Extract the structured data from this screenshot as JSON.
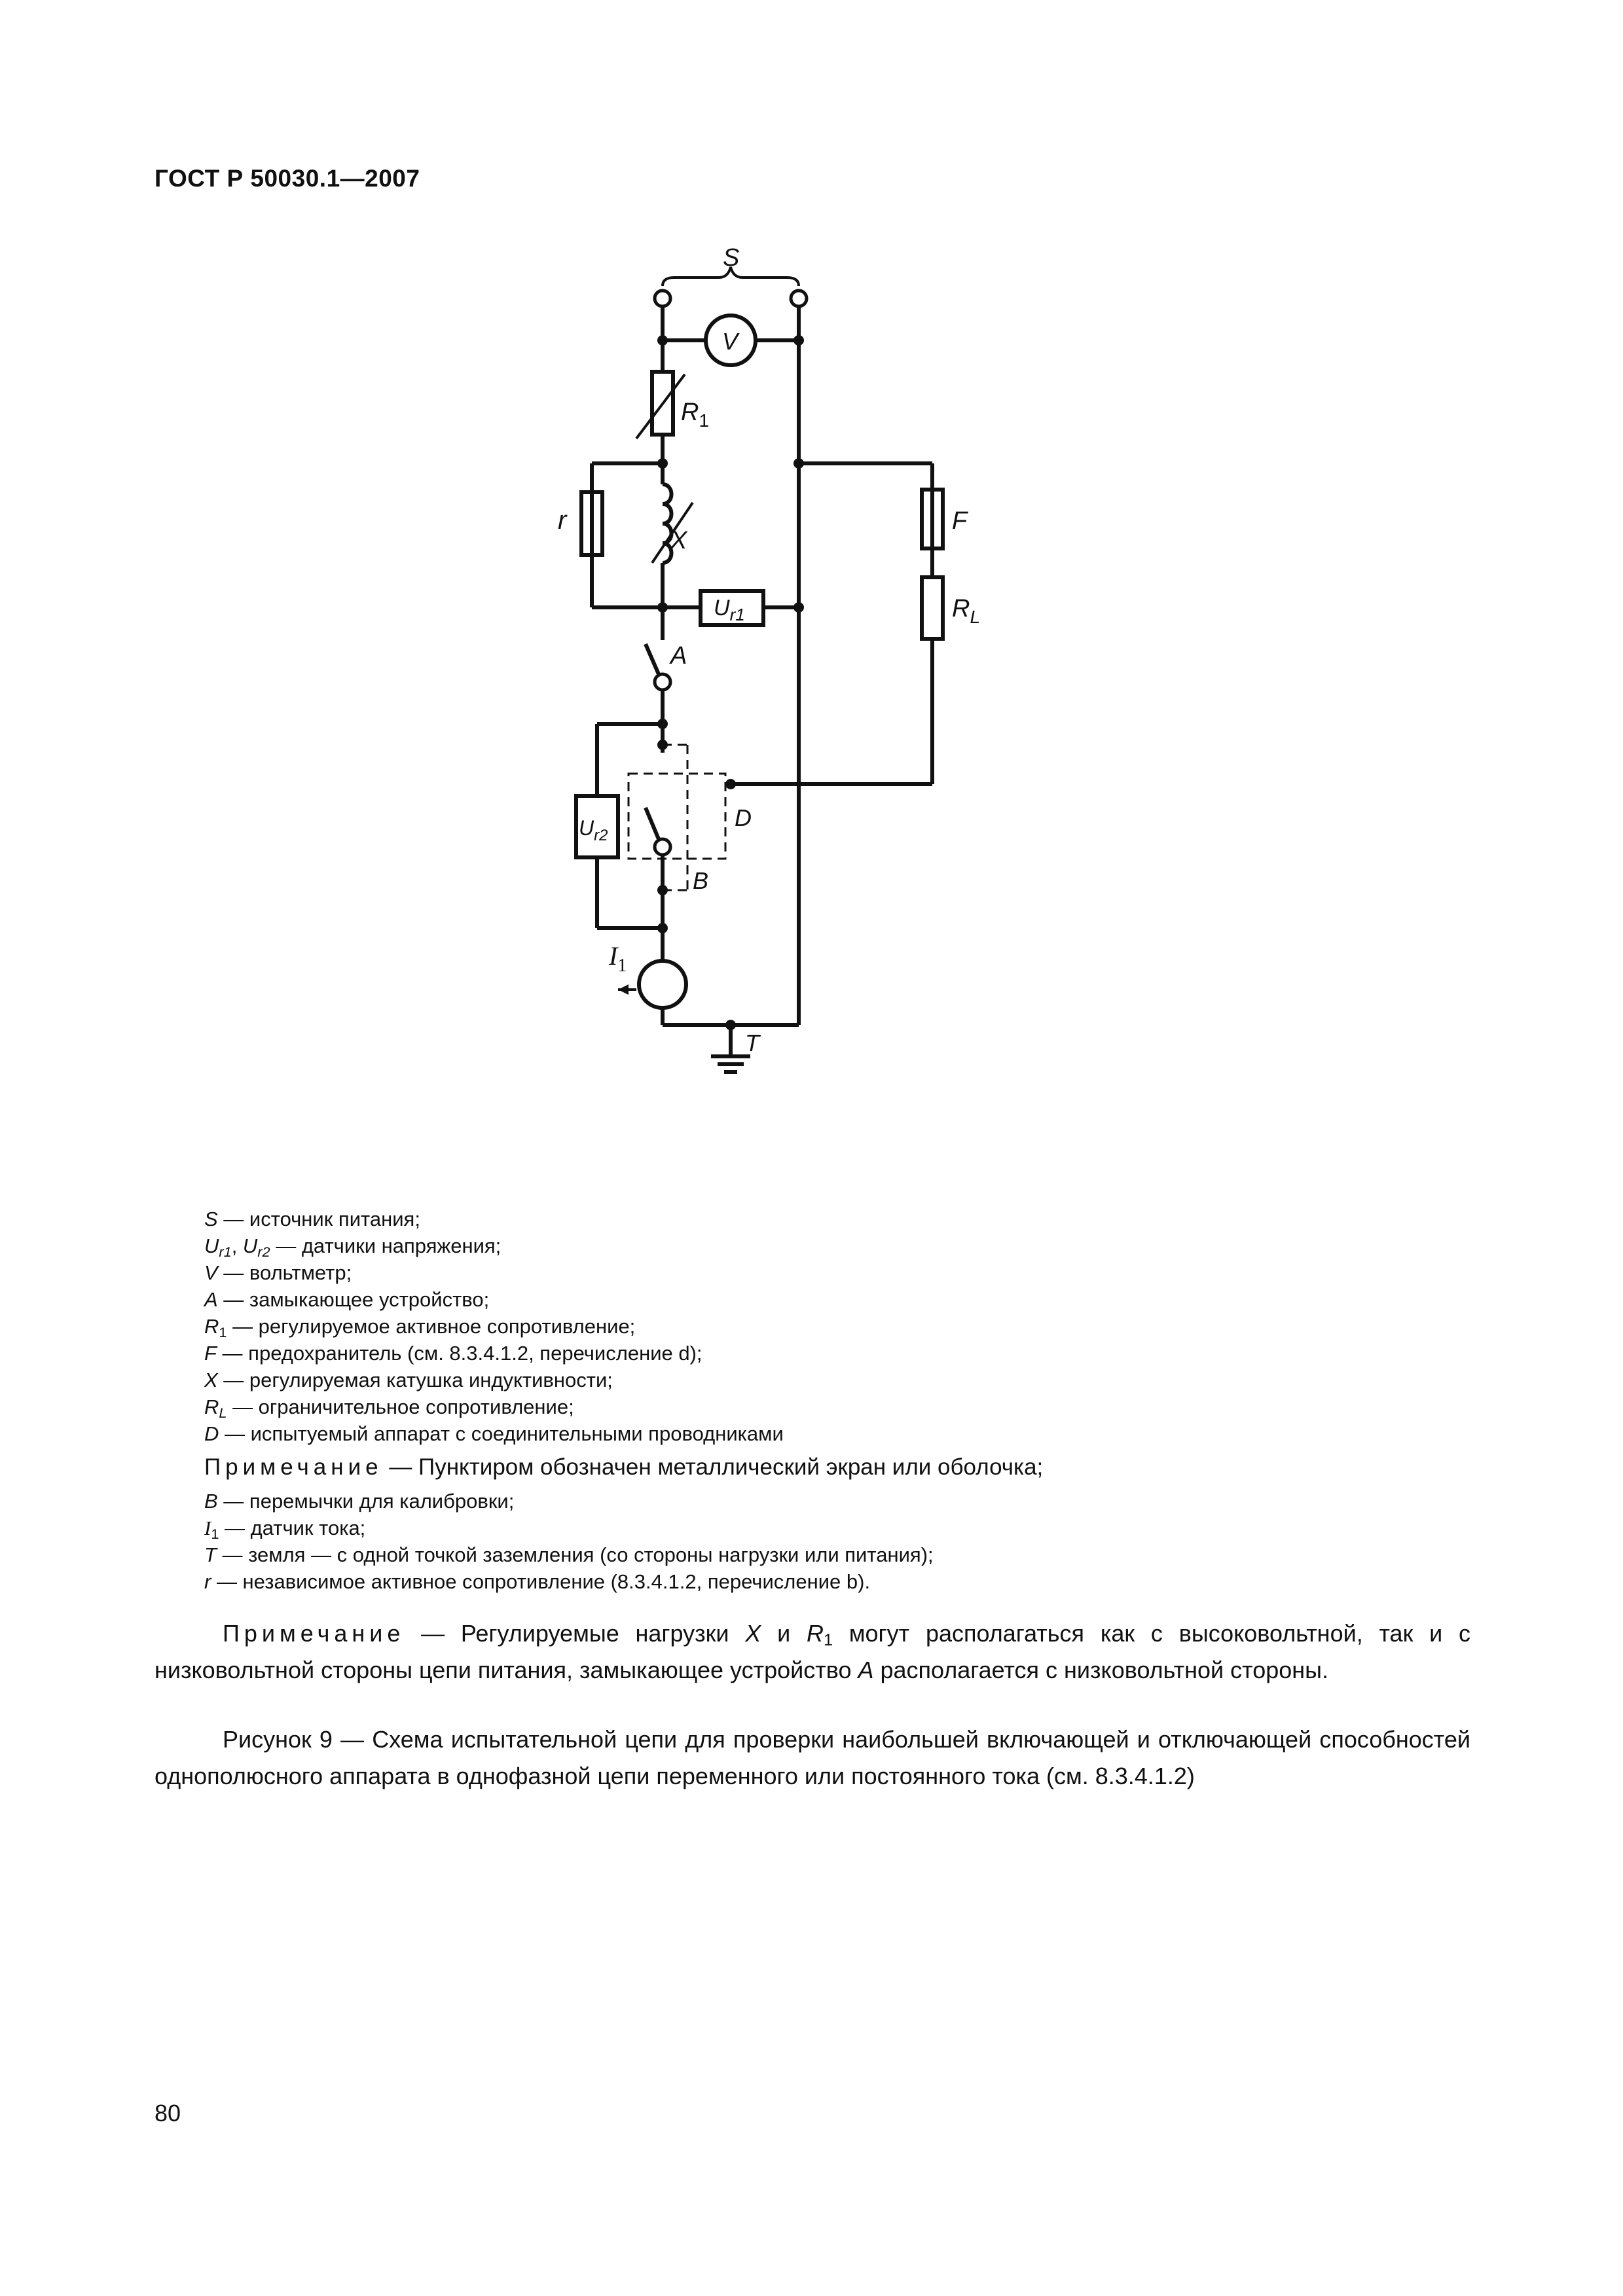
{
  "header": {
    "title": "ГОСТ Р 50030.1—2007"
  },
  "figure": {
    "labels": {
      "S": "S",
      "V": "V",
      "R": "R",
      "R1_sub": "1",
      "r": "r",
      "X": "X",
      "F": "F",
      "RL_sub": "L",
      "U": "U",
      "Ur1_sub": "r1",
      "Ur2_sub": "r2",
      "A": "A",
      "D": "D",
      "B": "B",
      "I": "I",
      "I1_sub": "1",
      "T": "T"
    }
  },
  "legend": {
    "items": [
      {
        "sym": "S",
        "text": " — источник питания;"
      },
      {
        "sym": "U",
        "sub": "r1",
        "sym2": "U",
        "sub2": "r2",
        "text": " — датчики напряжения;"
      },
      {
        "sym": "V",
        "text": " — вольтметр;"
      },
      {
        "sym": "A",
        "text": " — замыкающее устройство;"
      },
      {
        "sym": "R",
        "sub": "1",
        "text": " — регулируемое активное сопротивление;"
      },
      {
        "sym": "F",
        "text": " — предохранитель (см. 8.3.4.1.2, перечисление d);"
      },
      {
        "sym": "X",
        "text": " — регулируемая катушка индуктивности;"
      },
      {
        "sym": "R",
        "sub": "L",
        "text": " — ограничительное сопротивление;"
      },
      {
        "sym": "D",
        "text": " — испытуемый аппарат с соединительными проводниками"
      }
    ],
    "inline_note": {
      "label": "Примечание",
      "text": " — Пунктиром обозначен  металлический экран или  оболочка;"
    },
    "items2": [
      {
        "sym": "B",
        "text": " — перемычки для калибровки;"
      },
      {
        "sym": "I",
        "sub": "1",
        "text": " — датчик тока;"
      },
      {
        "sym": "T",
        "text": " — земля — с одной точкой заземления (со стороны нагрузки или питания);"
      },
      {
        "sym": "r",
        "text": " — независимое активное сопротивление (8.3.4.1.2, перечисление b)."
      }
    ]
  },
  "note": {
    "label": "Примечание",
    "part1": " — Регулируемые нагрузки ",
    "x": "X",
    "part2": " и ",
    "r": "R",
    "r_sub": "1",
    "part3": " могут располагаться как с высоковольтной, так и с низковольтной стороны цепи питания, замыкающее устройство ",
    "a": "A",
    "part4": " располагается с низковольтной стороны."
  },
  "caption": {
    "text": "Рисунок 9 — Схема испытательной цепи для проверки наибольшей включающей и отключающей способностей однополюсного аппарата в однофазной цепи переменного или постоянного тока (см. 8.3.4.1.2)"
  },
  "page_number": "80"
}
